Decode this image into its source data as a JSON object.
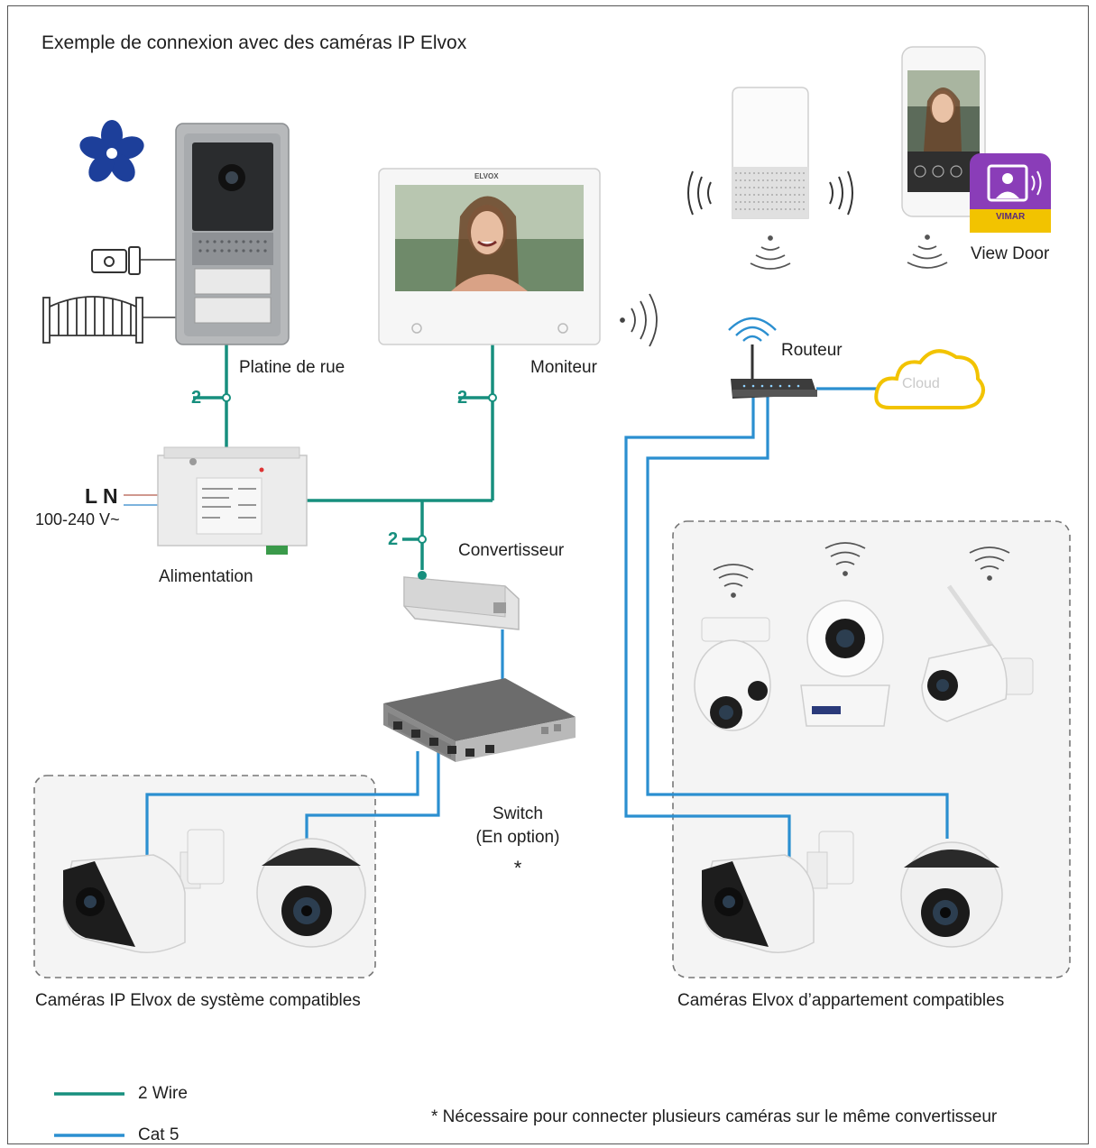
{
  "title": "Exemple de connexion avec des caméras IP Elvox",
  "colors": {
    "two_wire": "#178f7e",
    "cat5": "#2b8fd0",
    "cloud": "#f2c300",
    "app": "#8a3db8"
  },
  "labels": {
    "platine": "Platine de rue",
    "moniteur": "Moniteur",
    "routeur": "Routeur",
    "cloud": "Cloud",
    "view_door": "View Door",
    "alimentation": "Alimentation",
    "ln": "L N",
    "voltage": "100-240 V~",
    "convertisseur": "Convertisseur",
    "switch_line1": "Switch",
    "switch_line2": "(En option)",
    "asterisk": "*",
    "cams_system": "Caméras IP Elvox de système compatibles",
    "cams_apartment": "Caméras Elvox d’appartement compatibles",
    "app_brand": "VIMAR",
    "monitor_brand": "ELVOX",
    "wire_count_1": "2",
    "wire_count_2": "2",
    "wire_count_3": "2"
  },
  "legend": [
    {
      "label": "2 Wire",
      "color": "#178f7e"
    },
    {
      "label": "Cat 5",
      "color": "#2b8fd0"
    }
  ],
  "footnote": "* Nécessaire pour connecter plusieurs caméras sur le même convertisseur"
}
